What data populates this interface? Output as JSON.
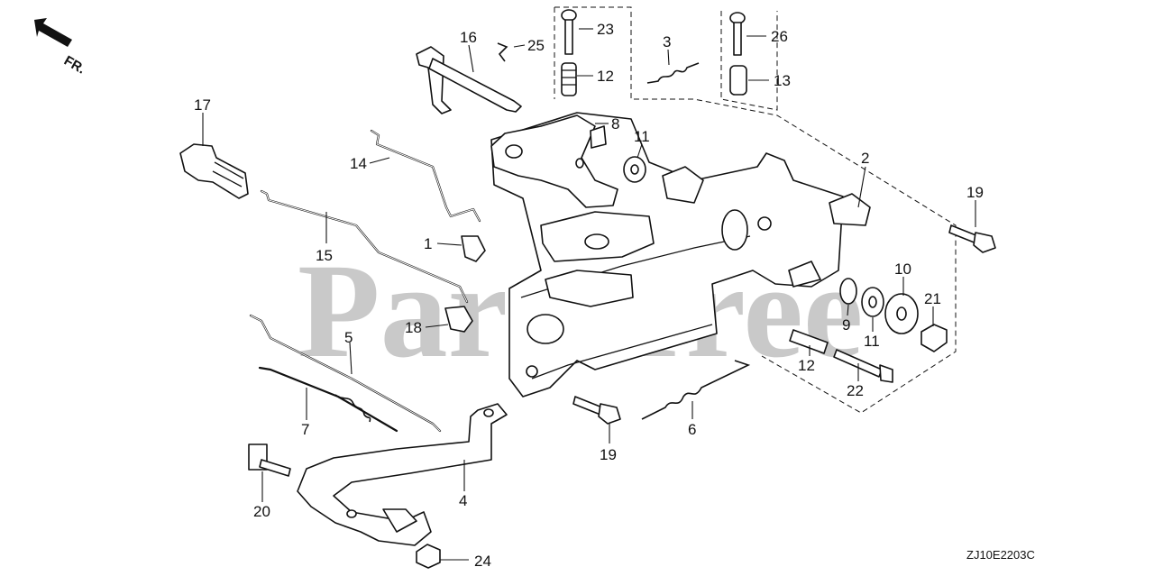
{
  "watermark": "PartsTree",
  "orientation": {
    "label": "FR."
  },
  "diagram_code": "ZJ10E2203C",
  "callouts": {
    "c1": "1",
    "c2": "2",
    "c3": "3",
    "c4": "4",
    "c5": "5",
    "c6": "6",
    "c7": "7",
    "c8": "8",
    "c9": "9",
    "c10": "10",
    "c11a": "11",
    "c11b": "11",
    "c12a": "12",
    "c12b": "12",
    "c13": "13",
    "c14": "14",
    "c15": "15",
    "c16": "16",
    "c17": "17",
    "c18": "18",
    "c19a": "19",
    "c19b": "19",
    "c20": "20",
    "c21": "21",
    "c22": "22",
    "c23": "23",
    "c24": "24",
    "c25": "25",
    "c26": "26"
  }
}
